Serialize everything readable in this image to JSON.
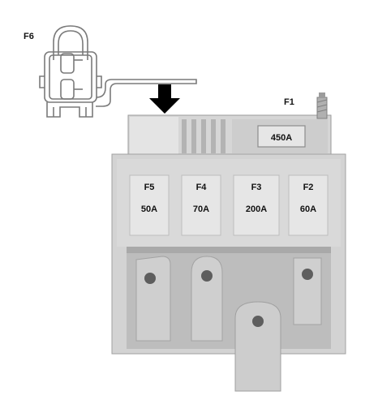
{
  "diagram": {
    "connector_label": "F6",
    "main_fuse": {
      "id": "F1",
      "rating": "450A"
    },
    "fuses": [
      {
        "id": "F5",
        "rating": "50A"
      },
      {
        "id": "F4",
        "rating": "70A"
      },
      {
        "id": "F3",
        "rating": "200A"
      },
      {
        "id": "F2",
        "rating": "60A"
      }
    ],
    "colors": {
      "body": "#d2d2d2",
      "body_light": "#e2e2e2",
      "shadow": "#a9a9a9",
      "outline": "#8c8c8c",
      "arrow": "#000000"
    }
  }
}
